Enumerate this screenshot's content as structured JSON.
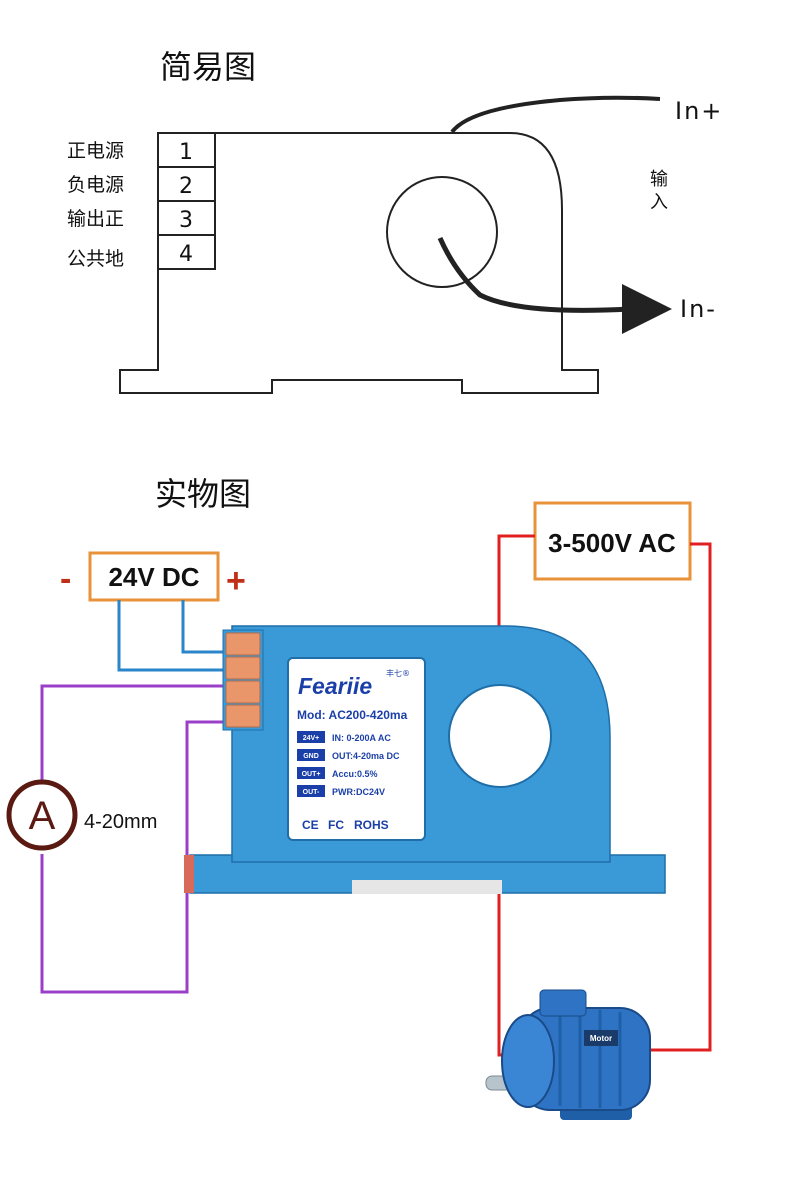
{
  "sections": {
    "simple_title": "简易图",
    "real_title": "实物图"
  },
  "simple_diagram": {
    "pins": [
      {
        "label": "正电源",
        "number": "1"
      },
      {
        "label": "负电源",
        "number": "2"
      },
      {
        "label": "输出正",
        "number": "3"
      },
      {
        "label": "公共地",
        "number": "4"
      }
    ],
    "input_plus": "In+",
    "input_minus": "In-",
    "input_label": [
      "输",
      "入"
    ]
  },
  "real_diagram": {
    "power_box": "24V DC",
    "minus_sign": "-",
    "plus_sign": "+",
    "voltage_box": "3-500V AC",
    "ammeter_symbol": "A",
    "ammeter_label": "4-20mm",
    "colors": {
      "power_wire": "#2a86c8",
      "signal_wire": "#9b3fc8",
      "ac_wire": "#e02020",
      "box_border": "#e8923a",
      "device_body": "#3a9ad8",
      "terminal": "#e9966a"
    },
    "device": {
      "brand": "Feariie",
      "brand_sub": "丰七®",
      "model": "Mod: AC200-420ma",
      "specs": [
        {
          "tag": "24V+",
          "text": "IN:   0-200A   AC"
        },
        {
          "tag": "GND",
          "text": "OUT:4-20ma DC"
        },
        {
          "tag": "OUT+",
          "text": "Accu:0.5%"
        },
        {
          "tag": "OUT-",
          "text": "PWR:DC24V"
        }
      ],
      "certs": [
        "CE",
        "FC",
        "ROHS"
      ]
    },
    "motor_plate": "Motor"
  }
}
